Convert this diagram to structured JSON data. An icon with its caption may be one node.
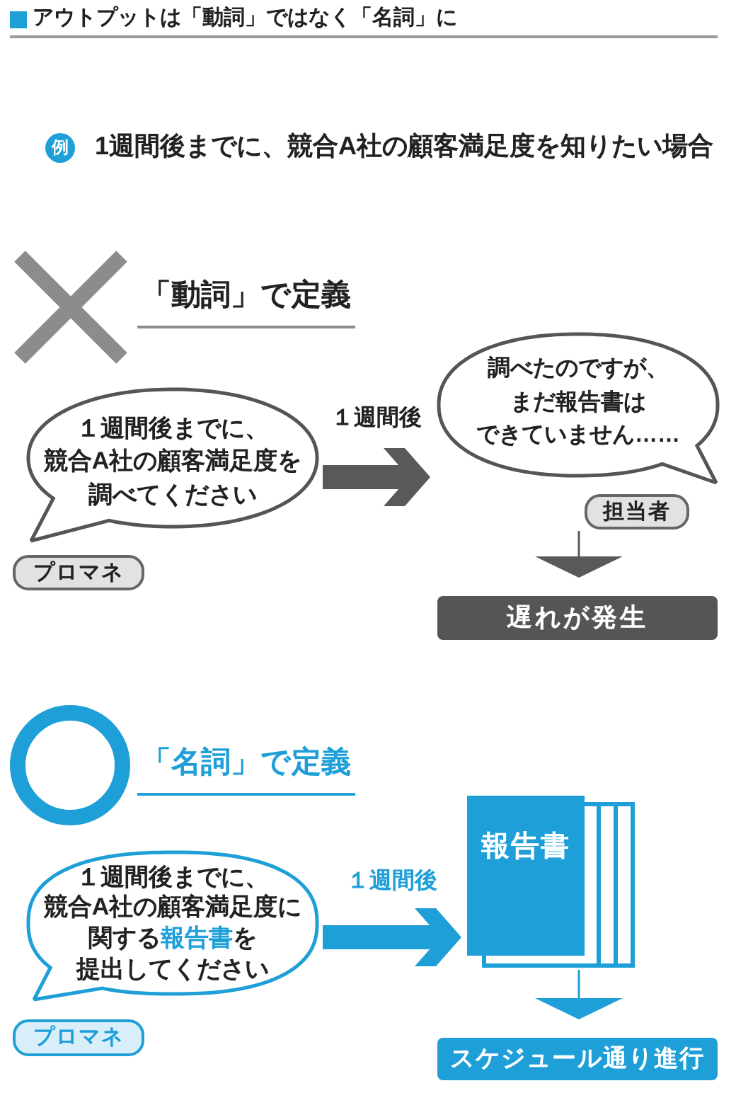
{
  "diagram": {
    "title": "アウトプットは「動詞」ではなく「名詞」に",
    "nodes": [
      {
        "text": [
          "例"
        ],
        "beside": [
          "1週間後までに、競合A社の顧客満足度を知りたい場合"
        ]
      },
      {
        "text": [
          "１週間後までに、競合A社の顧客満足度を調べてください"
        ]
      },
      {
        "text": [
          "プロマネ"
        ]
      },
      {
        "text": [
          "調べたのですが、まだ報告書はできていません……"
        ]
      },
      {
        "text": [
          "担当者"
        ]
      },
      {
        "text": [
          "遅れが発生"
        ]
      },
      {
        "text": [
          "１週間後までに、競合A社の顧客満足度に関する**報告書**を提出してください"
        ]
      },
      {
        "text": [
          "プロマネ"
        ]
      },
      {
        "text": [
          "報告書"
        ]
      },
      {
        "text": [
          "スケジュール通り進行"
        ]
      }
    ],
    "edges": [
      {
        "from": 1,
        "to": 3,
        "arrow": "to",
        "label": "１週間後",
        "style": "thick",
        "color": "#595959"
      },
      {
        "from": 4,
        "to": 5,
        "arrow": "to",
        "color": "#595959"
      },
      {
        "from": 6,
        "to": 8,
        "arrow": "to",
        "label": "１週間後",
        "style": "thick",
        "color": "#1e9fd8"
      },
      {
        "from": 8,
        "to": 9,
        "arrow": "to",
        "color": "#1e9fd8"
      }
    ],
    "labels": [
      "「動詞」で定義",
      "「名詞」で定義"
    ]
  }
}
